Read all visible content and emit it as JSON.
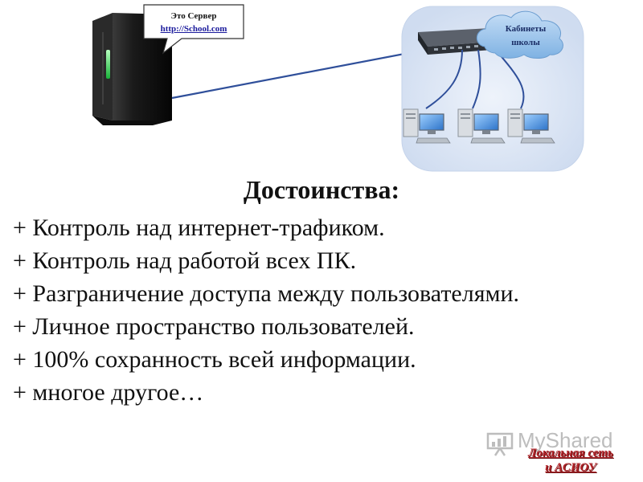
{
  "diagram": {
    "server_callout": {
      "line1": "Это Сервер",
      "line2": "http://School.com"
    },
    "network_cloud_label": "Кабинеты школы",
    "colors": {
      "server_body": "#151515",
      "server_led": "#2ee84a",
      "link_line": "#2f4f9a",
      "network_area": "#dbe5f4",
      "cloud": "#9cc4ec",
      "switch": "#3a3f47"
    },
    "icons": [
      "server-icon",
      "switch-icon",
      "computer-icon",
      "cloud-icon"
    ]
  },
  "content": {
    "heading": "Достоинства:",
    "items": [
      "+ Контроль над интернет-трафиком.",
      "+ Контроль над работой всех ПК.",
      "+ Разграничение доступа между пользователями.",
      "+ Личное пространство пользователей.",
      "+ 100% сохранность всей информации.",
      "+ многое другое…"
    ]
  },
  "watermark": {
    "brand": "MyShared",
    "subtitle_line1": "Локальная сеть",
    "subtitle_line2": "и АСИОУ"
  }
}
